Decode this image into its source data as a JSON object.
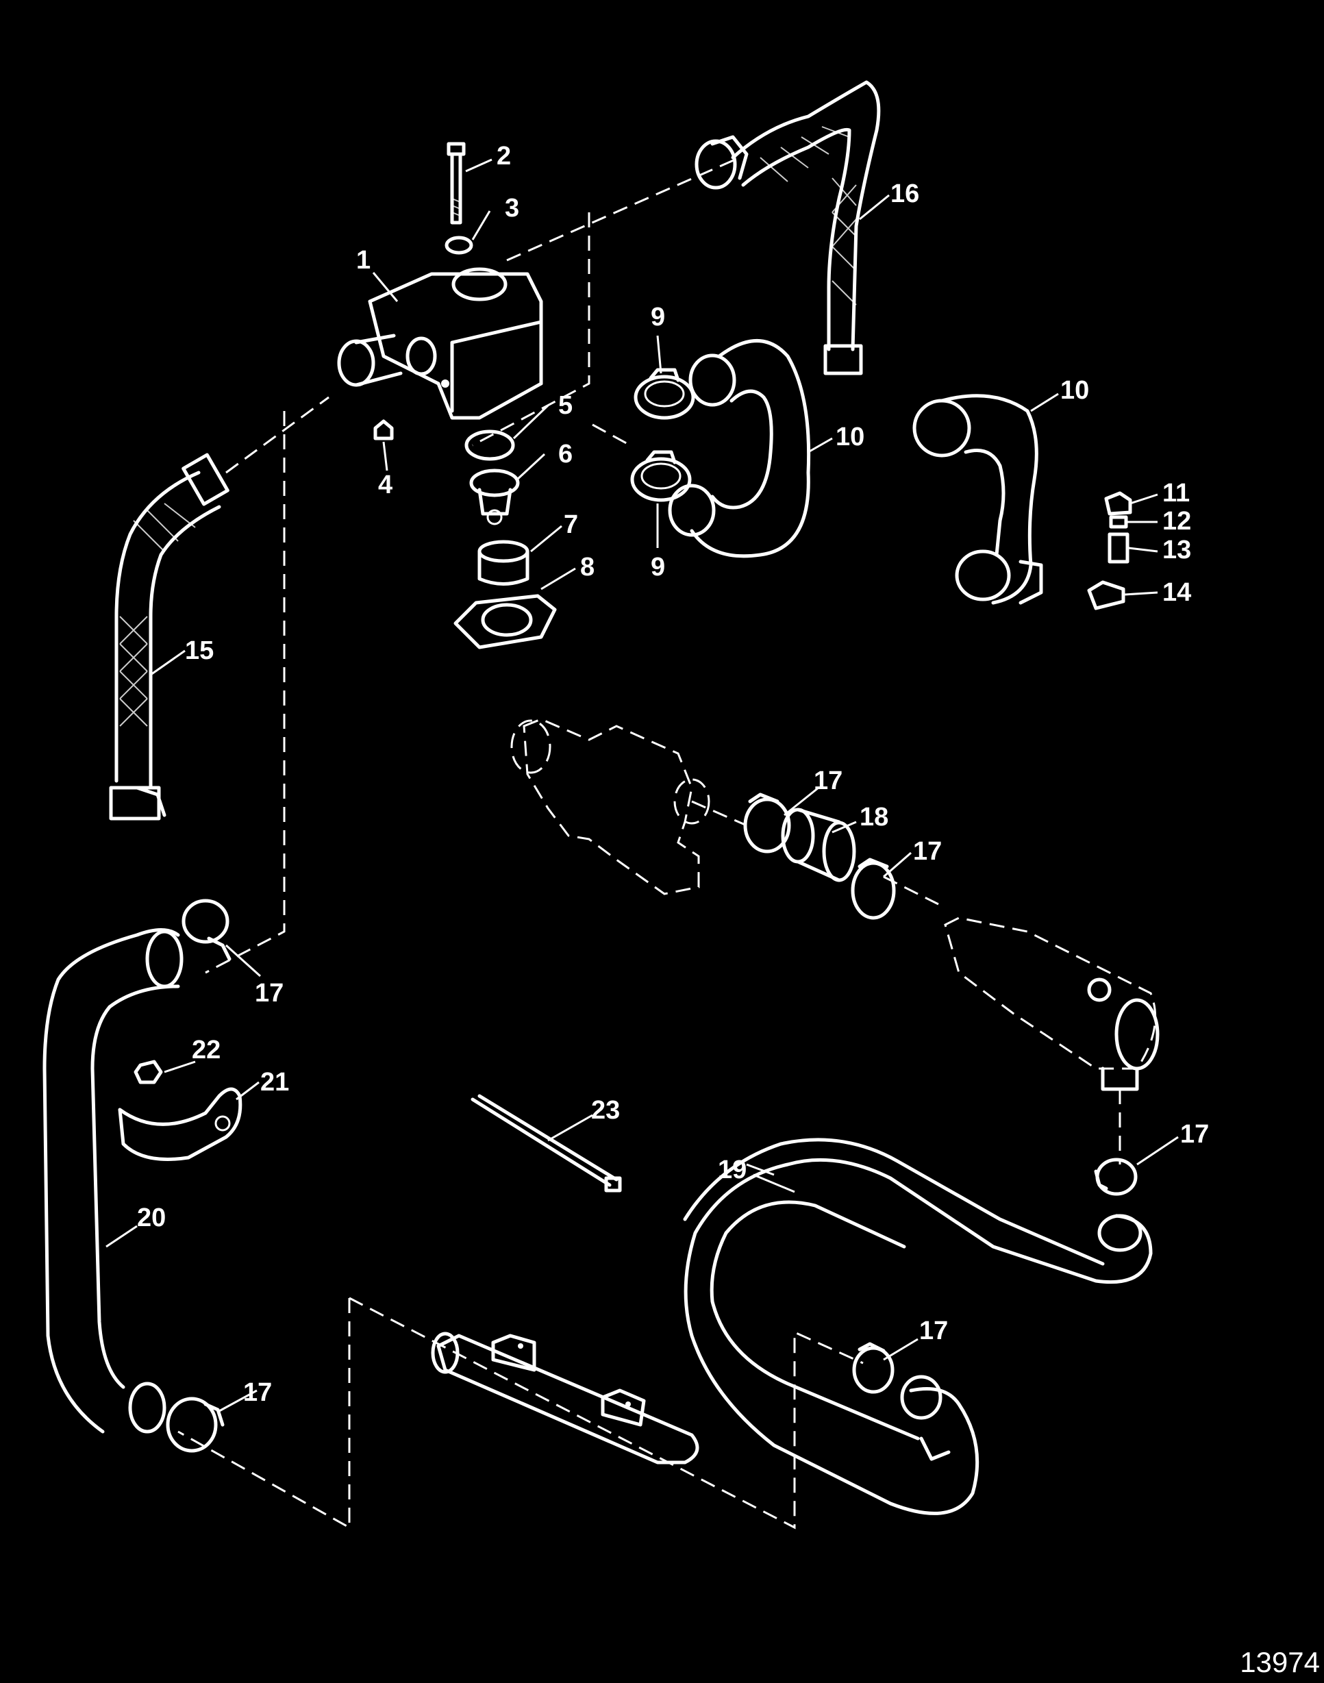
{
  "figure_number": "13974",
  "callouts": [
    {
      "id": "c1",
      "text": "1"
    },
    {
      "id": "c2",
      "text": "2"
    },
    {
      "id": "c3",
      "text": "3"
    },
    {
      "id": "c4",
      "text": "4"
    },
    {
      "id": "c5",
      "text": "5"
    },
    {
      "id": "c6",
      "text": "6"
    },
    {
      "id": "c7",
      "text": "7"
    },
    {
      "id": "c8",
      "text": "8"
    },
    {
      "id": "c9a",
      "text": "9"
    },
    {
      "id": "c9b",
      "text": "9"
    },
    {
      "id": "c10a",
      "text": "10"
    },
    {
      "id": "c10b",
      "text": "10"
    },
    {
      "id": "c11",
      "text": "11"
    },
    {
      "id": "c12",
      "text": "12"
    },
    {
      "id": "c13",
      "text": "13"
    },
    {
      "id": "c14",
      "text": "14"
    },
    {
      "id": "c15",
      "text": "15"
    },
    {
      "id": "c16",
      "text": "16"
    },
    {
      "id": "c17a",
      "text": "17"
    },
    {
      "id": "c17b",
      "text": "17"
    },
    {
      "id": "c17c",
      "text": "17"
    },
    {
      "id": "c17d",
      "text": "17"
    },
    {
      "id": "c17e",
      "text": "17"
    },
    {
      "id": "c17f",
      "text": "17"
    },
    {
      "id": "c18",
      "text": "18"
    },
    {
      "id": "c19",
      "text": "19"
    },
    {
      "id": "c20",
      "text": "20"
    },
    {
      "id": "c21",
      "text": "21"
    },
    {
      "id": "c22",
      "text": "22"
    },
    {
      "id": "c23",
      "text": "23"
    }
  ]
}
